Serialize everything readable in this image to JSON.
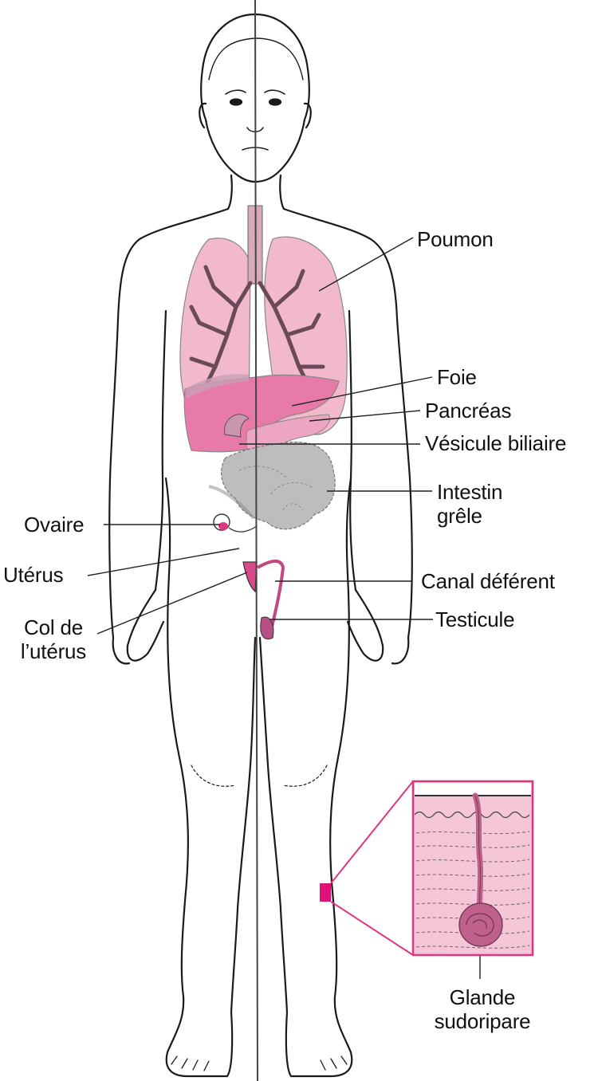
{
  "figure": {
    "type": "anatomical-diagram",
    "description": "Front view of a human body split down the middle (female left half, male right half) with internal organs and a sweat gland inset",
    "colors": {
      "outline": "#1a1a1a",
      "lung": "#f2b8cc",
      "liver": "#e87aa8",
      "pancreas": "#eca6c2",
      "intestine": "#b9b9b9",
      "reproductive": "#e0357f",
      "inset_border": "#e0357f",
      "inset_fill": "#f4c6d8",
      "sweat_gland": "#c0608c",
      "marker": "#e0127a"
    }
  },
  "labels": {
    "poumon": "Poumon",
    "foie": "Foie",
    "pancreas": "Pancréas",
    "vesicule": "Vésicule biliaire",
    "intestin_line1": "Intestin",
    "intestin_line2": "grêle",
    "ovaire": "Ovaire",
    "uterus": "Utérus",
    "col_line1": "Col de",
    "col_line2": "l’utérus",
    "canal": "Canal déférent",
    "testicule": "Testicule",
    "glande_line1": "Glande",
    "glande_line2": "sudoripare"
  }
}
